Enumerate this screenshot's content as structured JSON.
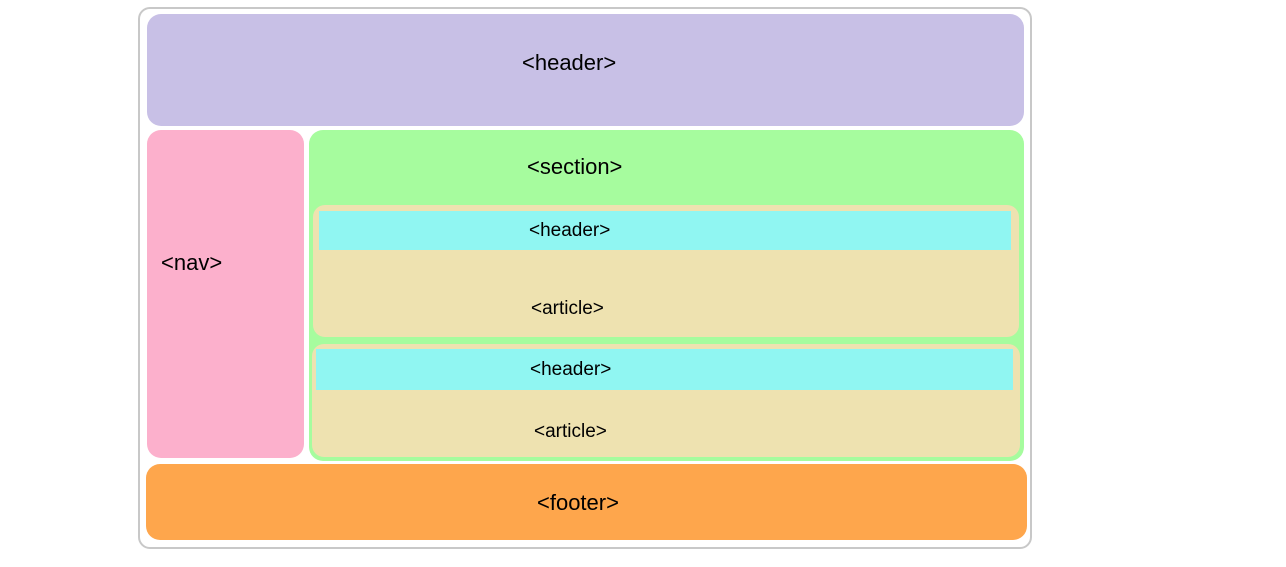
{
  "colors": {
    "frame_border": "#c8c8c8",
    "header": "#c8c0e6",
    "nav": "#fcb0cc",
    "section": "#a6fc9e",
    "article": "#eee2b0",
    "article_header": "#90f6f2",
    "footer": "#fea64c"
  },
  "diagram": {
    "header_label": "<header>",
    "nav_label": "<nav>",
    "section_label": "<section>",
    "articles": [
      {
        "header_label": "<header>",
        "label": "<article>"
      },
      {
        "header_label": "<header>",
        "label": "<article>"
      }
    ],
    "footer_label": "<footer>"
  }
}
